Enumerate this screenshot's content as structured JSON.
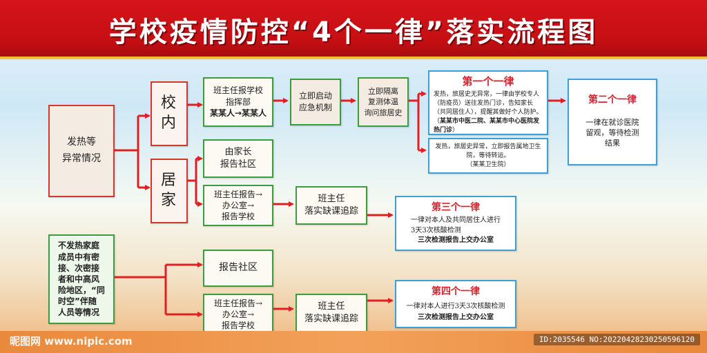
{
  "title": "学校疫情防控“4个一律”落实流程图",
  "watermark": "昵图网 www.nipic.com",
  "image_id": "ID:2035546 NO:20220428230250596120",
  "nodes": {
    "fever": "发热等\n异常情况",
    "campus": "校\n内",
    "home": "居\n家",
    "report_hq": "班主任报学校\n指挥部",
    "report_hq_names": "某某人→某某人",
    "emergency": "立即启动\n应急机制",
    "isolate": "立即隔离\n复测体温\n询问旅居史",
    "parent_report": "由家长\n报告社区",
    "teacher_report_1": "班主任报告→\n办公室→\n报告学校",
    "track_1": "班主任\n落实缺课追踪",
    "non_fever": "不发热家庭\n成员中有密\n接、次密接\n者和中高风\n险地区，“同\n时空”伴随\n人员等情况",
    "report_community": "报告社区",
    "teacher_report_2": "班主任报告→\n办公室→\n报告学校",
    "track_2": "班主任\n落实缺课追踪"
  },
  "rules": {
    "rule1": {
      "title": "第一个一律",
      "body": "发热，旅居史无异常，一律由学校专人（防疫员）送往发热门诊，告知家长（共同居住人），提醒其做好个人防护。（",
      "body_bold": "某某市中医二院、某某市中心医院发热门诊",
      "body_end": "）"
    },
    "rule1b": {
      "body": "发热，旅居史异常，立即报告属地卫生院，等待转运。",
      "body2": "（某某卫生院）"
    },
    "rule2": {
      "title": "第二个一律",
      "body": "一律在就诊医院\n留观，等待检测\n结果"
    },
    "rule3": {
      "title": "第三个一律",
      "body": "一律对本人及共同居住人进行\n3天3次核酸检测",
      "body_bold": "三次检测报告上交办公室"
    },
    "rule4": {
      "title": "第四个一律",
      "body": "一律对本人进行3天3次核酸检测",
      "body_bold": "三次检测报告上交办公室"
    }
  },
  "colors": {
    "title_red": "#c60f14",
    "border_red": "#d6342e",
    "border_green": "#3a9c3c",
    "border_blue": "#3aa0d8",
    "arrow_red": "#e02020",
    "rule_title": "#d6222a"
  }
}
